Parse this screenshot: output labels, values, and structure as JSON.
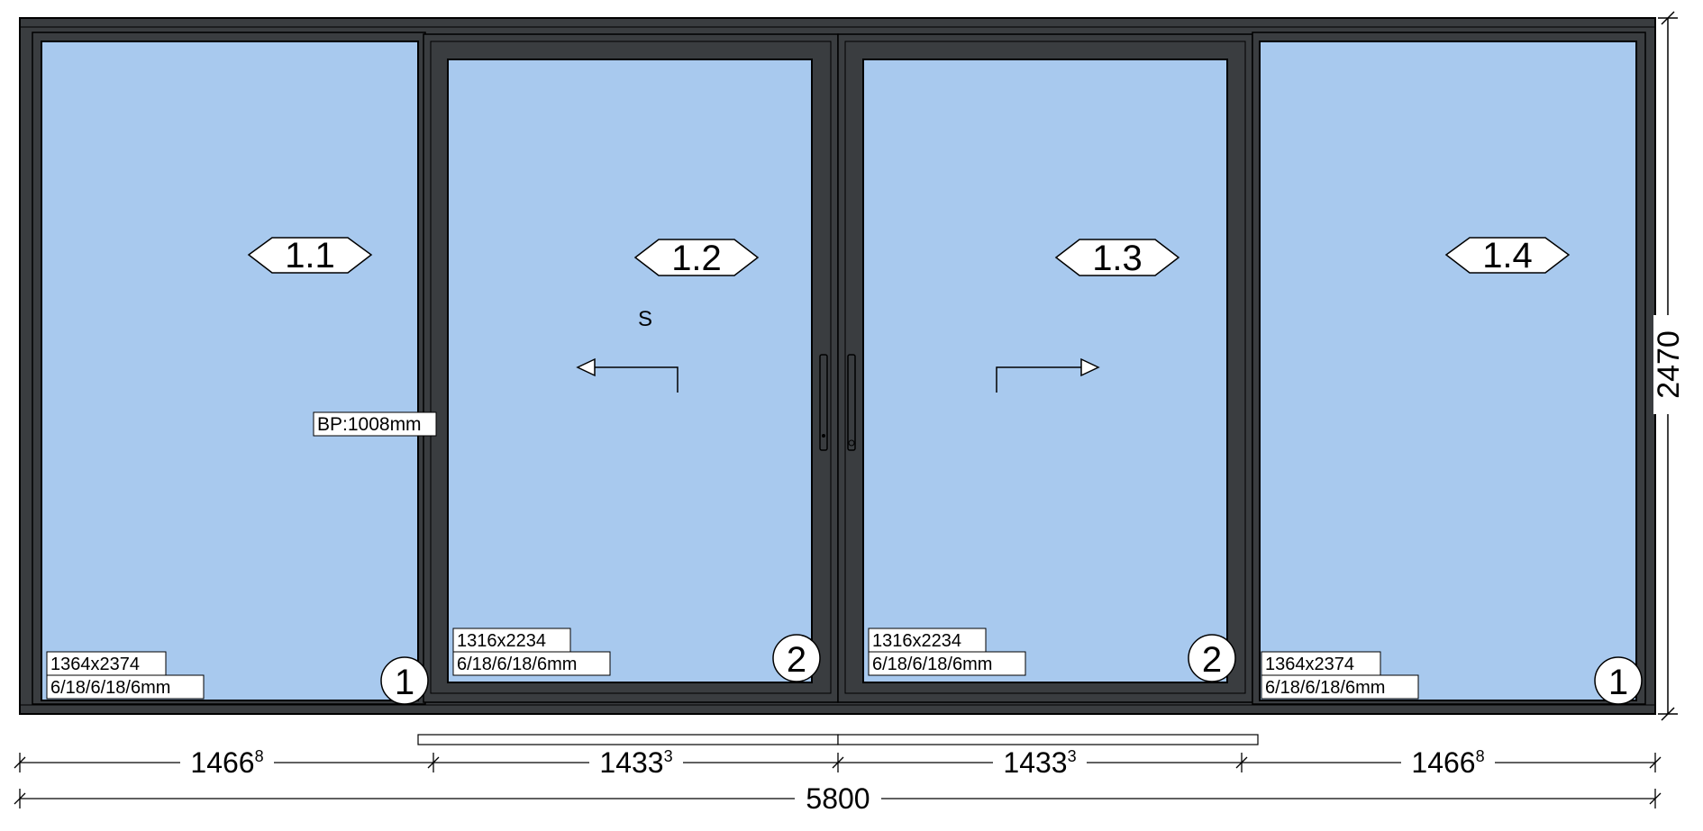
{
  "panels": [
    {
      "id": "1.1",
      "size": "1364x2374",
      "glass": "6/18/6/18/6mm",
      "type_number": "1"
    },
    {
      "id": "1.2",
      "size": "1316x2234",
      "glass": "6/18/6/18/6mm",
      "type_number": "2",
      "slide_direction": "left",
      "slide_label": "S"
    },
    {
      "id": "1.3",
      "size": "1316x2234",
      "glass": "6/18/6/18/6mm",
      "type_number": "2",
      "slide_direction": "right"
    },
    {
      "id": "1.4",
      "size": "1364x2374",
      "glass": "6/18/6/18/6mm",
      "type_number": "1"
    }
  ],
  "annotation": {
    "bp": "BP:1008mm"
  },
  "dimensions": {
    "height": "2470",
    "segments": [
      {
        "main": "1466",
        "sup": "8"
      },
      {
        "main": "1433",
        "sup": "3"
      },
      {
        "main": "1433",
        "sup": "3"
      },
      {
        "main": "1466",
        "sup": "8"
      }
    ],
    "total": "5800"
  },
  "colors": {
    "frame": "#3a3d40",
    "glass": "#a8c9ee",
    "background": "#ffffff"
  }
}
